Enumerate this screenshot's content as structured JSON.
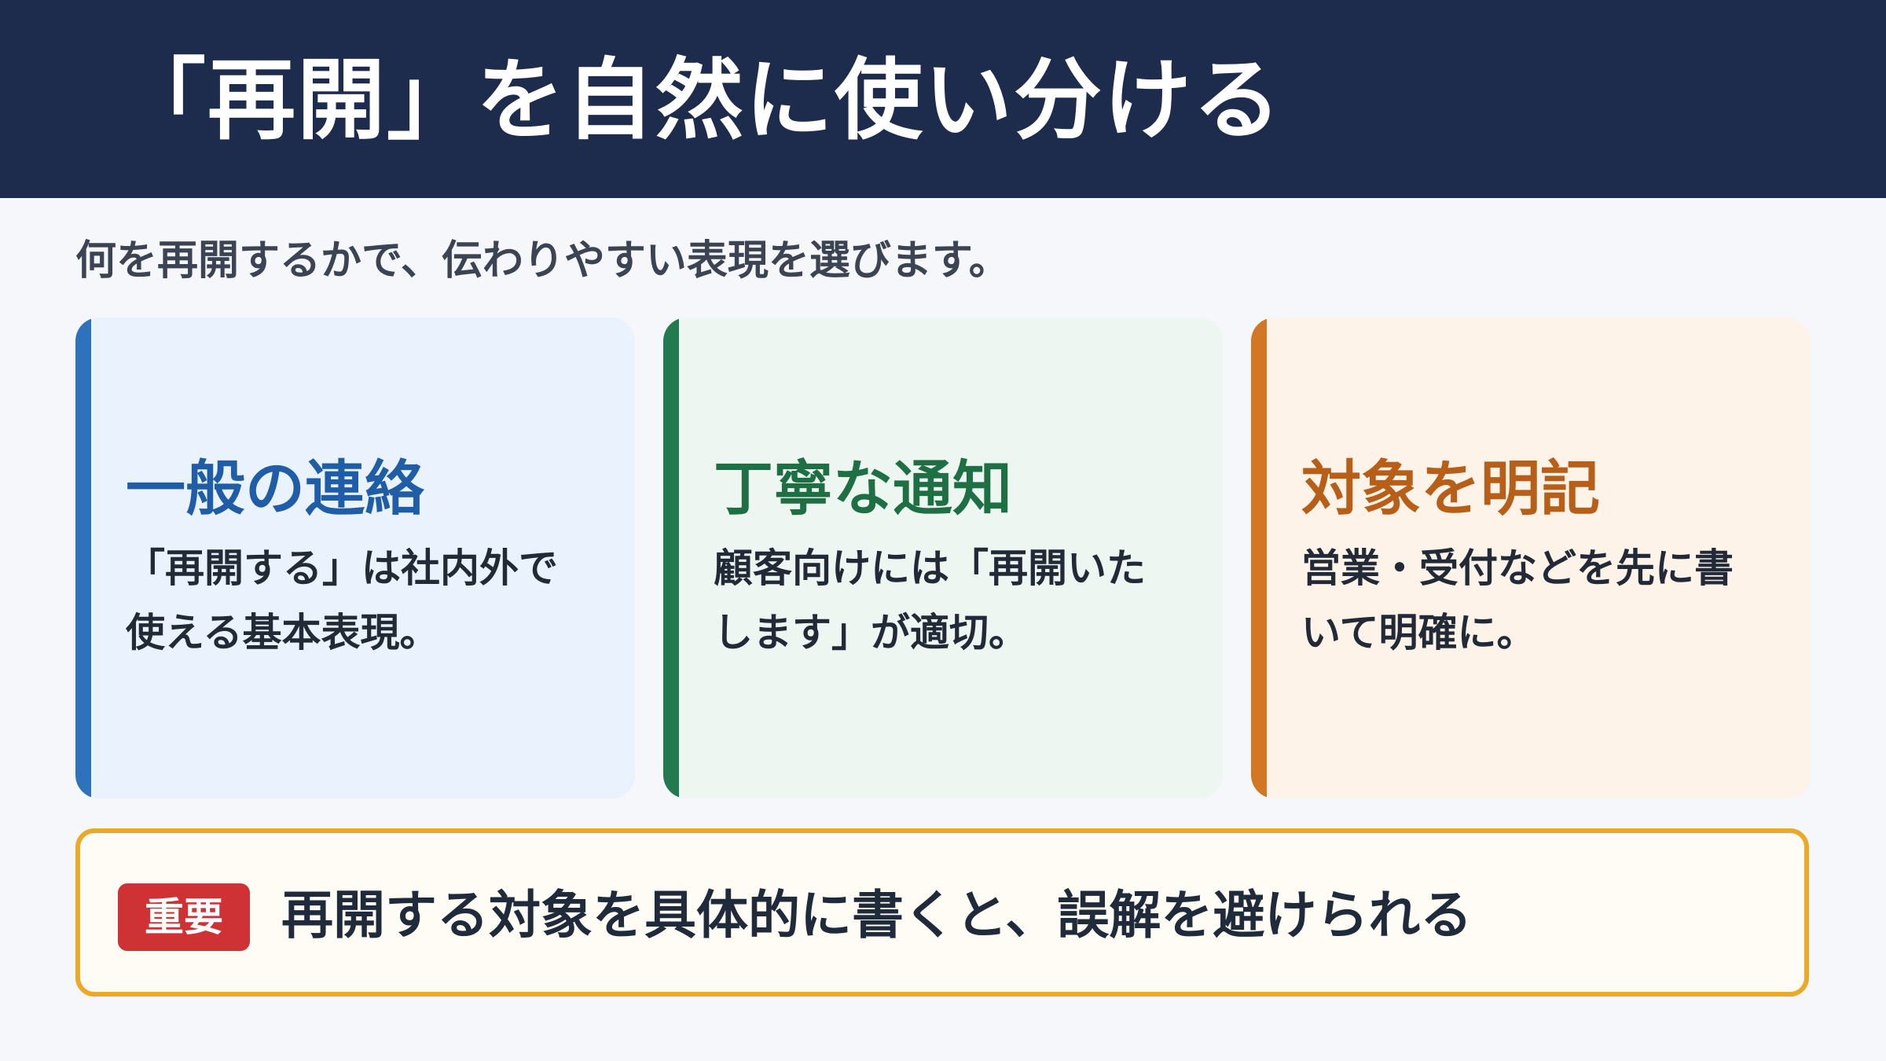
{
  "header": {
    "title": "「再開」を自然に使い分ける"
  },
  "subtitle": "何を再開するかで、伝わりやすい表現を選びます。",
  "cards": [
    {
      "title": "一般の連絡",
      "text": "「再開する」は社内外で\n使える基本表現。",
      "accent_color": "#2f72bc"
    },
    {
      "title": "丁寧な通知",
      "text": "顧客向けには「再開いた\nします」が適切。",
      "accent_color": "#237a4f"
    },
    {
      "title": "対象を明記",
      "text": "営業・受付などを先に書\nいて明確に。",
      "accent_color": "#d27824"
    }
  ],
  "callout": {
    "badge": "重要",
    "text": "再開する対象を具体的に書くと、誤解を避けられる",
    "border_color": "#eba928",
    "badge_color": "#cf3235"
  }
}
